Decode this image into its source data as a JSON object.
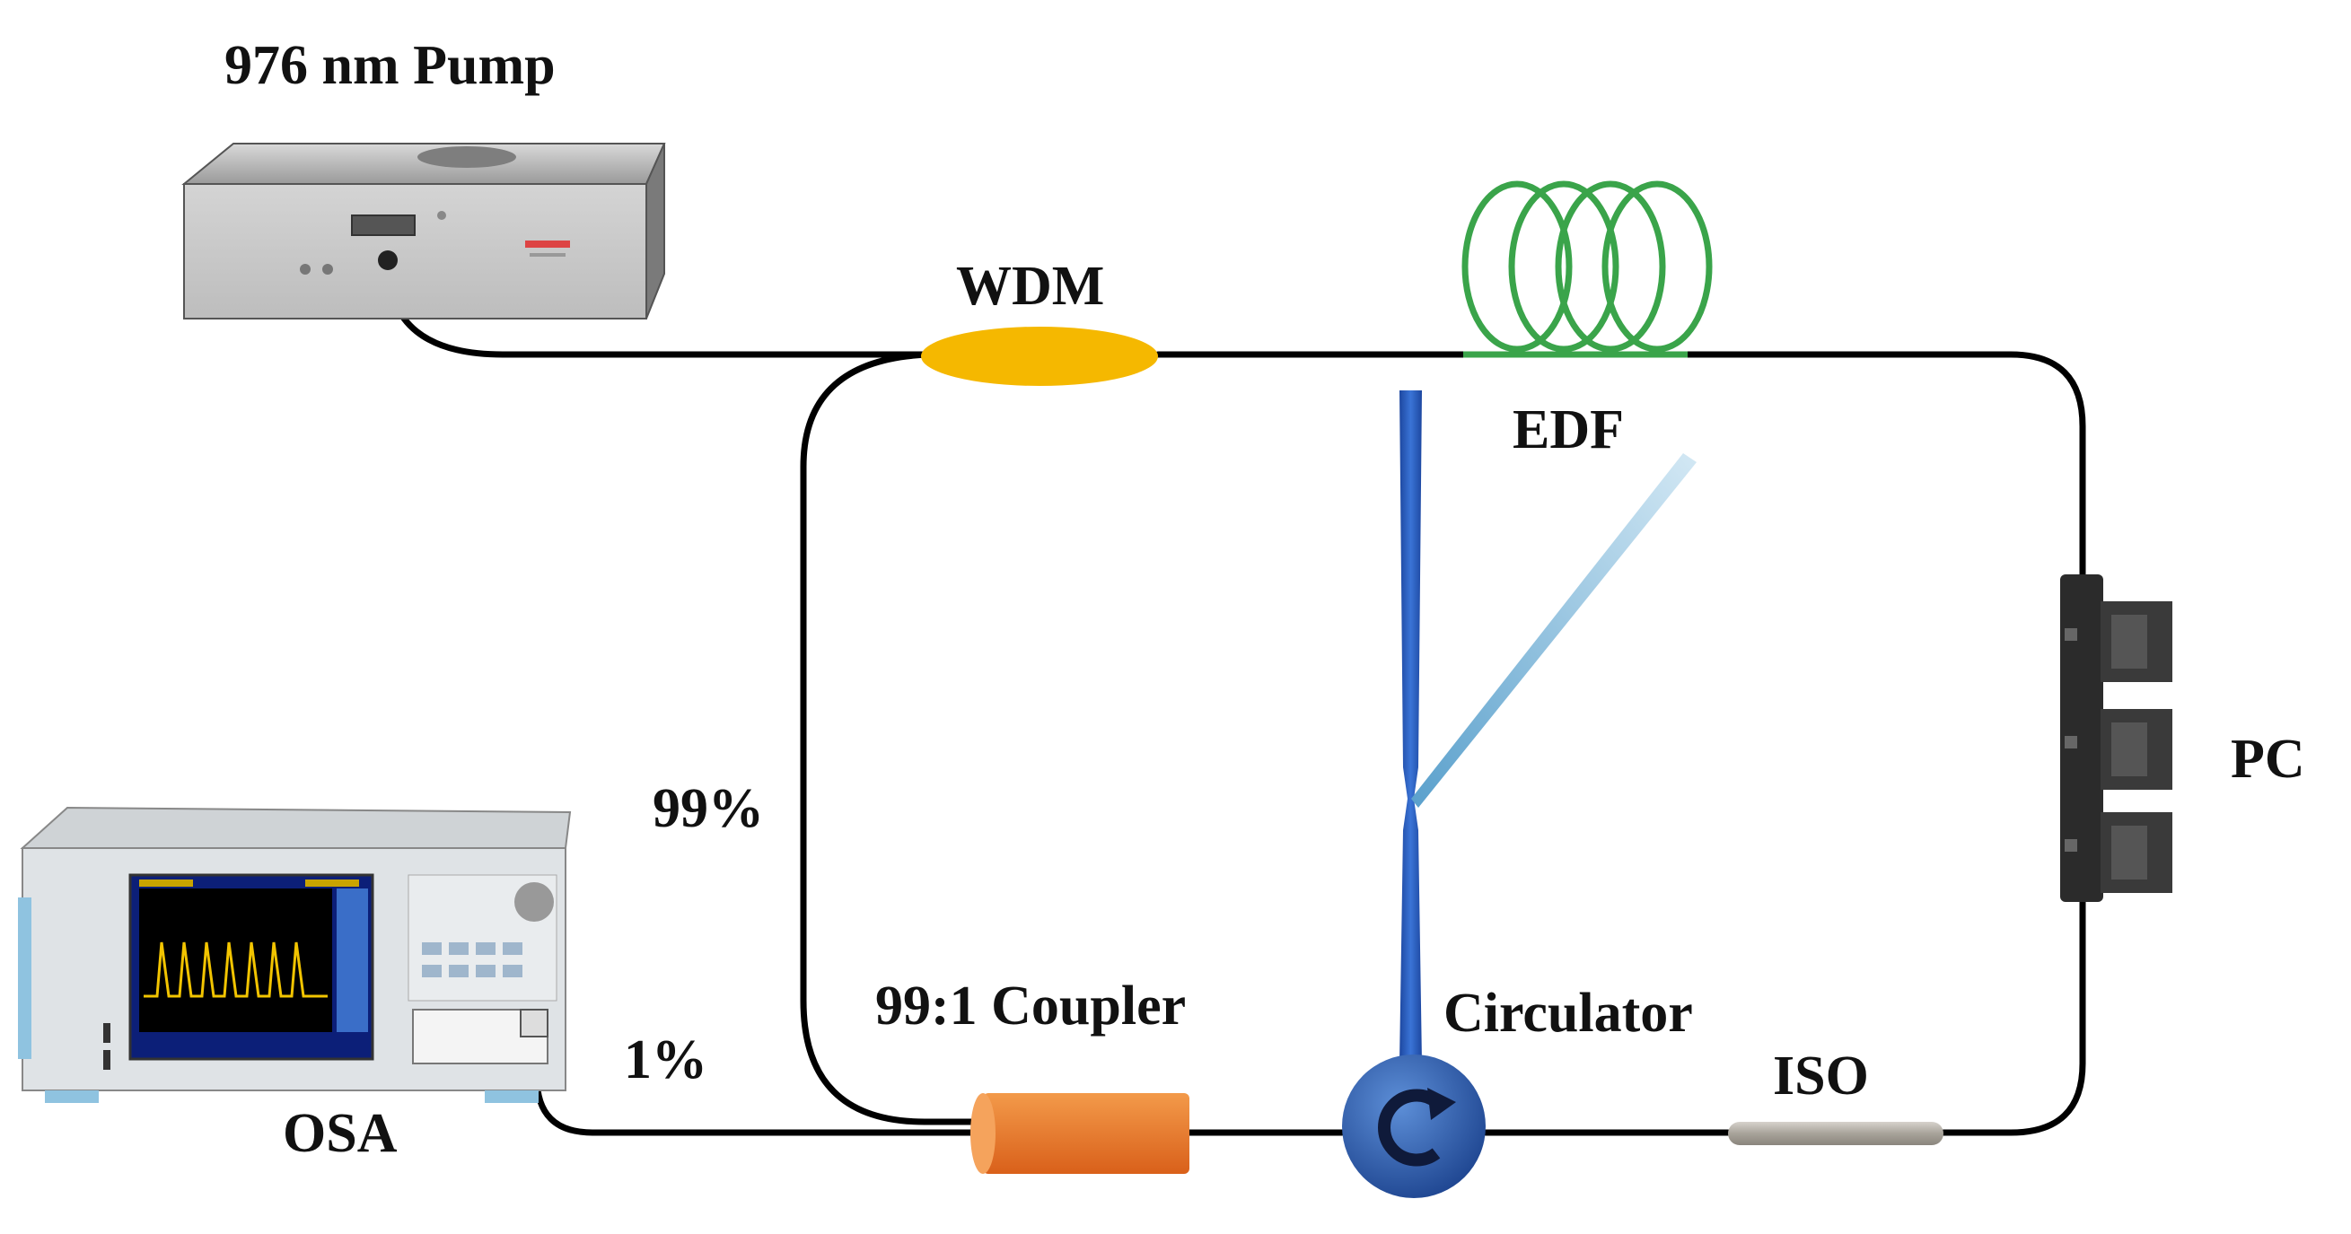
{
  "labels": {
    "pump": "976 nm Pump",
    "wdm": "WDM",
    "edf": "EDF",
    "pc": "PC",
    "coupler": "99:1 Coupler",
    "circulator": "Circulator",
    "iso": "ISO",
    "osa": "OSA",
    "split_99": "99%",
    "split_1": "1%"
  },
  "colors": {
    "fiber": "#000000",
    "wdm": "#f5b800",
    "edf_coil": "#3aa44a",
    "coupler": "#e8782a",
    "circulator": "#2a5bb0",
    "fbg_post": "#2356b8",
    "fbg_arm": "#8fc0de",
    "iso": "#a8a39a",
    "pc": "#2b2b2b"
  },
  "icons": {
    "pump": "laser-pump-unit-icon",
    "osa": "optical-spectrum-analyzer-icon",
    "pc": "polarization-controller-icon",
    "circulator": "circulator-arrow-icon"
  }
}
